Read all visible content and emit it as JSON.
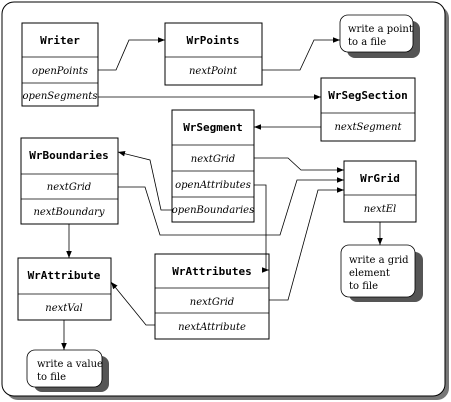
{
  "classes": {
    "writer": {
      "name": "Writer",
      "attrs": [
        "openPoints",
        "openSegments"
      ]
    },
    "wrpoints": {
      "name": "WrPoints",
      "attrs": [
        "nextPoint"
      ]
    },
    "wrsegsection": {
      "name": "WrSegSection",
      "attrs": [
        "nextSegment"
      ]
    },
    "wrsegment": {
      "name": "WrSegment",
      "attrs": [
        "nextGrid",
        "openAttributes",
        "openBoundaries"
      ]
    },
    "wrboundaries": {
      "name": "WrBoundaries",
      "attrs": [
        "nextGrid",
        "nextBoundary"
      ]
    },
    "wrgrid": {
      "name": "WrGrid",
      "attrs": [
        "nextEl"
      ]
    },
    "wrattribute": {
      "name": "WrAttribute",
      "attrs": [
        "nextVal"
      ]
    },
    "wrattributes": {
      "name": "WrAttributes",
      "attrs": [
        "nextGrid",
        "nextAttribute"
      ]
    }
  },
  "notes": {
    "point": [
      "write a point",
      "to a file"
    ],
    "grid": [
      "write a grid",
      "element",
      "to file"
    ],
    "value": [
      "write a value",
      "to file"
    ]
  },
  "colors": {
    "frame_shadow": "#777777",
    "note_shadow": "#555555",
    "ink": "#000000"
  }
}
